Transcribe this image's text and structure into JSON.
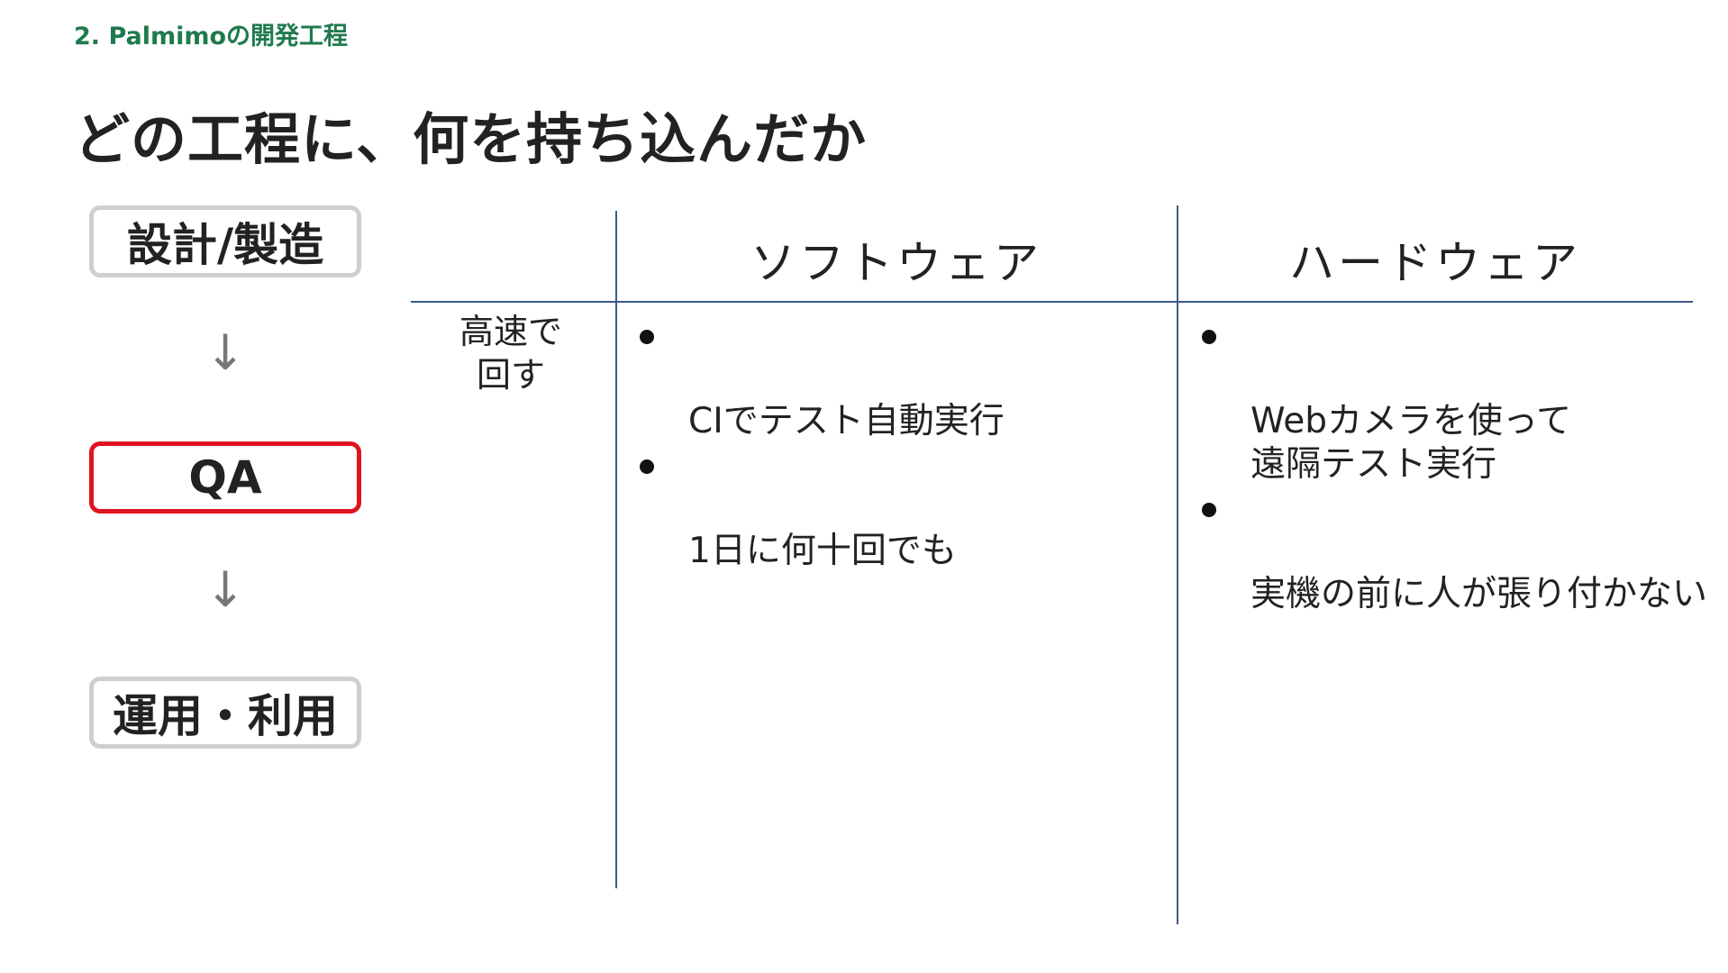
{
  "header": {
    "section_label": "2. Palmimoの開発工程",
    "title": "どの工程に、何を持ち込んだか"
  },
  "stages": [
    {
      "label": "設計/製造",
      "highlighted": false
    },
    {
      "label": "QA",
      "highlighted": true
    },
    {
      "label": "運用・利用",
      "highlighted": false
    }
  ],
  "arrow_glyph": "↓",
  "table": {
    "columns": [
      "ソフトウェア",
      "ハードウェア"
    ],
    "rows": [
      {
        "label": "高速で\n回す",
        "software": [
          "CIでテスト自動実行",
          "1日に何十回でも"
        ],
        "hardware": [
          "Webカメラを使って\n遠隔テスト実行",
          "実機の前に人が張り付かない"
        ]
      }
    ]
  },
  "colors": {
    "section_label": "#1f7a4d",
    "highlight_border": "#e0141e",
    "default_border": "#cfcfcf",
    "table_rule": "#3a5a8a"
  }
}
